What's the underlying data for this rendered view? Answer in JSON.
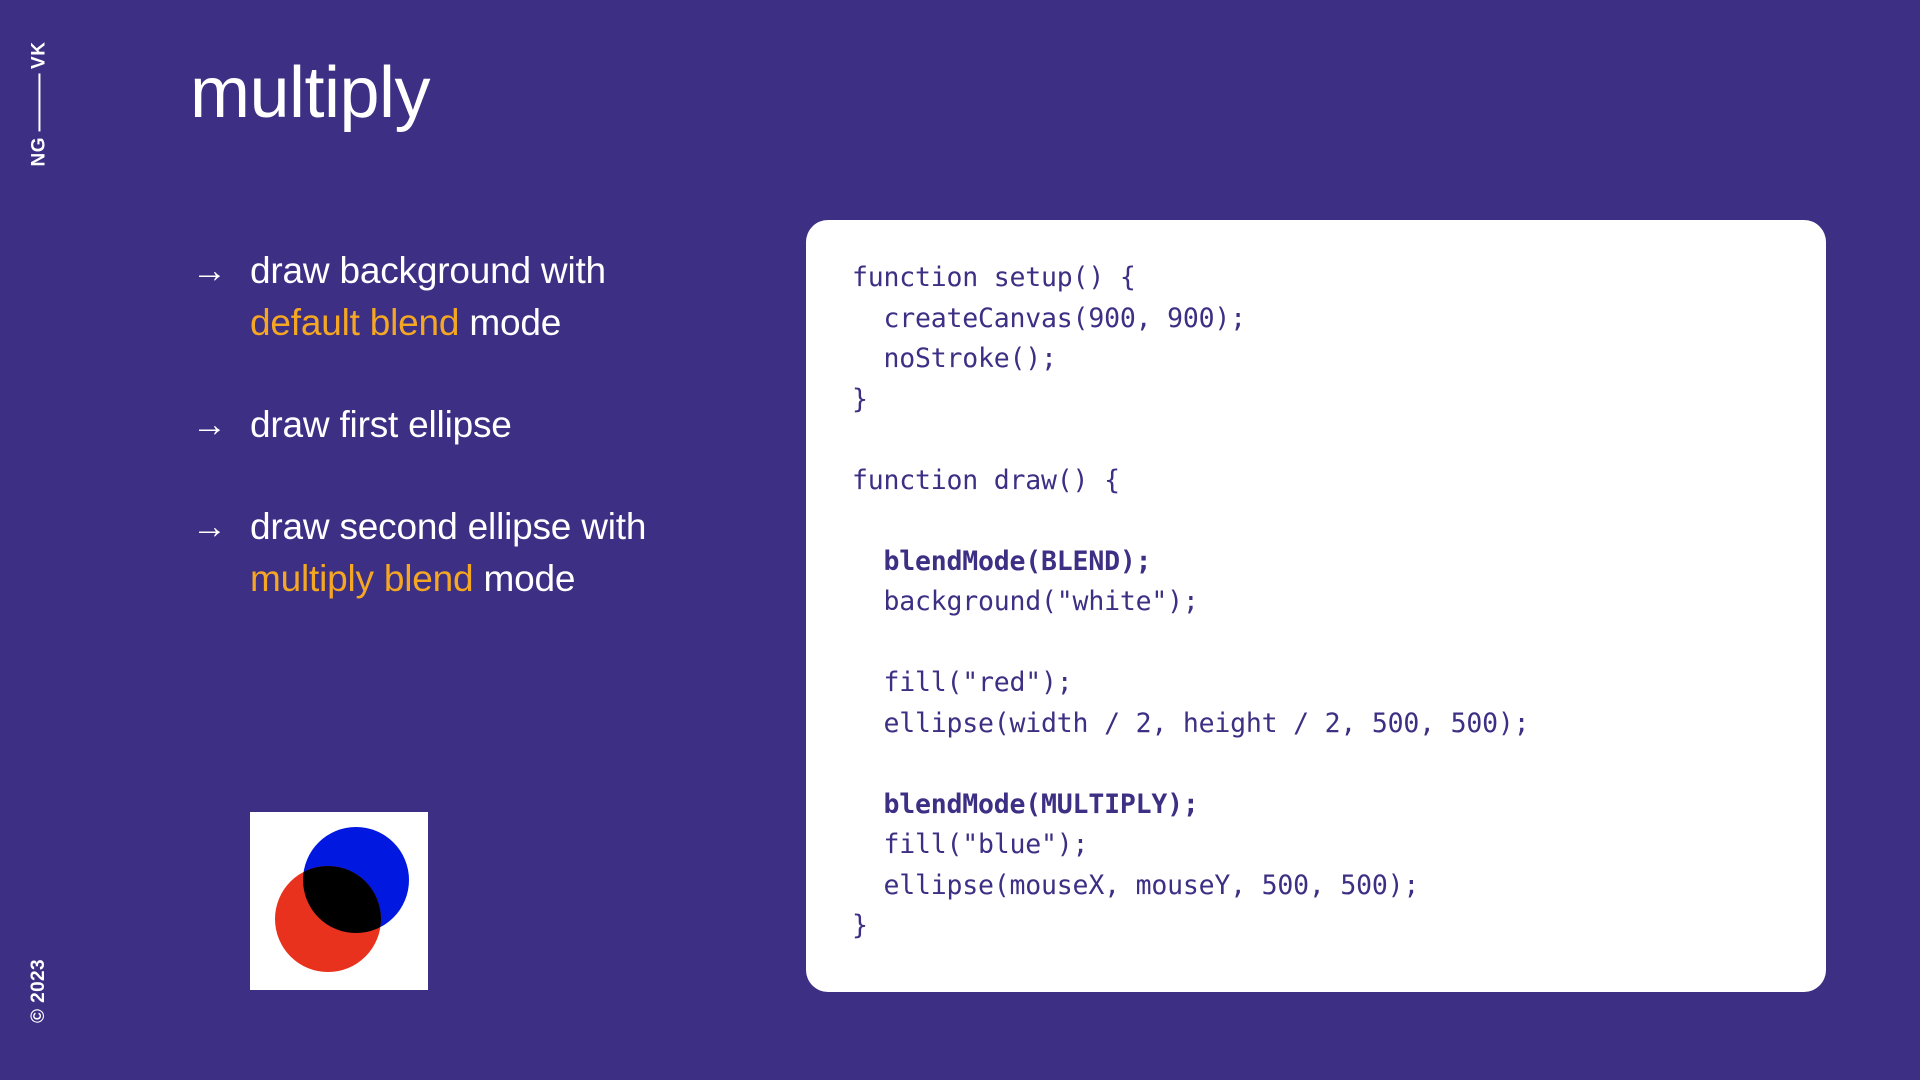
{
  "slide": {
    "title": "multiply",
    "background_color": "#3c2f84",
    "accent_color": "#f5a623",
    "card_color": "#ffffff",
    "text_color": "#ffffff"
  },
  "rail": {
    "brand_left": "NG",
    "brand_rule": "—",
    "brand_right": "VK",
    "copyright": "© 2023"
  },
  "bullets": [
    {
      "arrow": "→",
      "segments": [
        {
          "text": "draw background with ",
          "highlight": false
        },
        {
          "text": "default blend",
          "highlight": true
        },
        {
          "text": " mode",
          "highlight": false
        }
      ]
    },
    {
      "arrow": "→",
      "segments": [
        {
          "text": "draw first ellipse",
          "highlight": false
        }
      ]
    },
    {
      "arrow": "→",
      "segments": [
        {
          "text": "draw second ellipse with ",
          "highlight": false
        },
        {
          "text": "multiply blend",
          "highlight": true
        },
        {
          "text": " mode",
          "highlight": false
        }
      ]
    }
  ],
  "thumbnail": {
    "alt": "multiply blend mode result: red and blue ellipses overlapping to black",
    "background": "#ffffff",
    "circle_red": "#e8321d",
    "circle_blue": "#0018e0",
    "overlap": "#000000"
  },
  "code": {
    "language": "javascript",
    "lines": [
      {
        "text": "function setup() {",
        "bold": false
      },
      {
        "text": "  createCanvas(900, 900);",
        "bold": false
      },
      {
        "text": "  noStroke();",
        "bold": false
      },
      {
        "text": "}",
        "bold": false
      },
      {
        "text": "",
        "bold": false
      },
      {
        "text": "function draw() {",
        "bold": false
      },
      {
        "text": "",
        "bold": false
      },
      {
        "text": "  blendMode(BLEND);",
        "bold": true
      },
      {
        "text": "  background(\"white\");",
        "bold": false
      },
      {
        "text": "",
        "bold": false
      },
      {
        "text": "  fill(\"red\");",
        "bold": false
      },
      {
        "text": "  ellipse(width / 2, height / 2, 500, 500);",
        "bold": false
      },
      {
        "text": "",
        "bold": false
      },
      {
        "text": "  blendMode(MULTIPLY);",
        "bold": true
      },
      {
        "text": "  fill(\"blue\");",
        "bold": false
      },
      {
        "text": "  ellipse(mouseX, mouseY, 500, 500);",
        "bold": false
      },
      {
        "text": "}",
        "bold": false
      }
    ]
  }
}
